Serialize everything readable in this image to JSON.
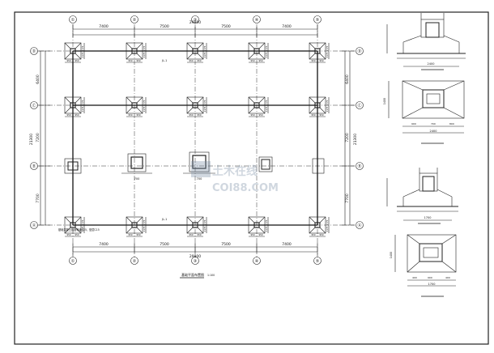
{
  "sheet": {
    "plan_title": "基础平面布置图",
    "plan_scale": "1:100",
    "watermark_text": "COI88.COM",
    "watermark_brand": "土木在线"
  },
  "grid": {
    "columns": [
      "①",
      "②",
      "③",
      "④",
      "⑤"
    ],
    "rows": [
      "Ⓐ",
      "Ⓑ",
      "Ⓒ",
      "Ⓓ"
    ],
    "bays": [
      "7400",
      "7500",
      "7500",
      "7400"
    ],
    "total_width": "29800",
    "row_spans": [
      "7700",
      "7200",
      "6400"
    ],
    "total_depth": "21300"
  },
  "plan": {
    "footing_dims": [
      "950",
      "950",
      "1775",
      "1175"
    ],
    "tie_beam_label": "JL-1",
    "detail_dim": "700",
    "note_text": "基础混凝土强度等级C25，垫层C15"
  },
  "details": {
    "section_width_top": "2400",
    "plan_width_top": "2400",
    "plan_parts_top": [
      "900",
      "700",
      "800"
    ],
    "plan_height_top": "1400",
    "section_width_bottom": "1700",
    "plan_width_bottom": "1700",
    "plan_parts_bottom": [
      "400",
      "900",
      "400"
    ],
    "plan_height_bottom": "1400"
  }
}
